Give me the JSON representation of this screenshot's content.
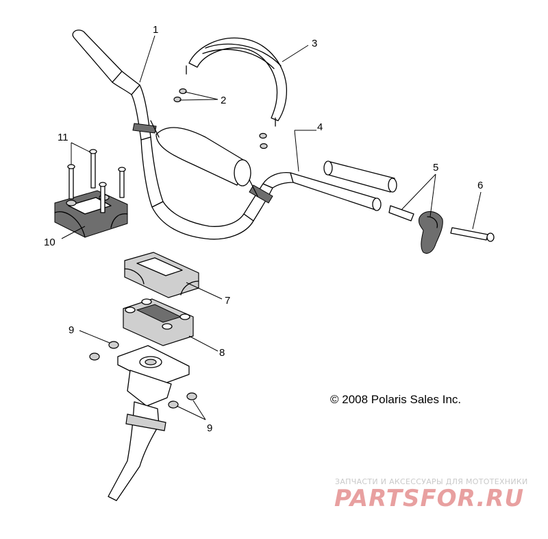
{
  "callouts": [
    "1",
    "2",
    "3",
    "4",
    "5",
    "6",
    "7",
    "8",
    "9",
    "9",
    "10",
    "11"
  ],
  "copyright": "© 2008 Polaris Sales Inc.",
  "watermark": {
    "tagline": "ЗАПЧАСТИ И АКСЕССУАРЫ ДЛЯ МОТОТЕХНИКИ",
    "brand": "PARTSFOR.RU",
    "brand_color": "#e8a0a0"
  }
}
